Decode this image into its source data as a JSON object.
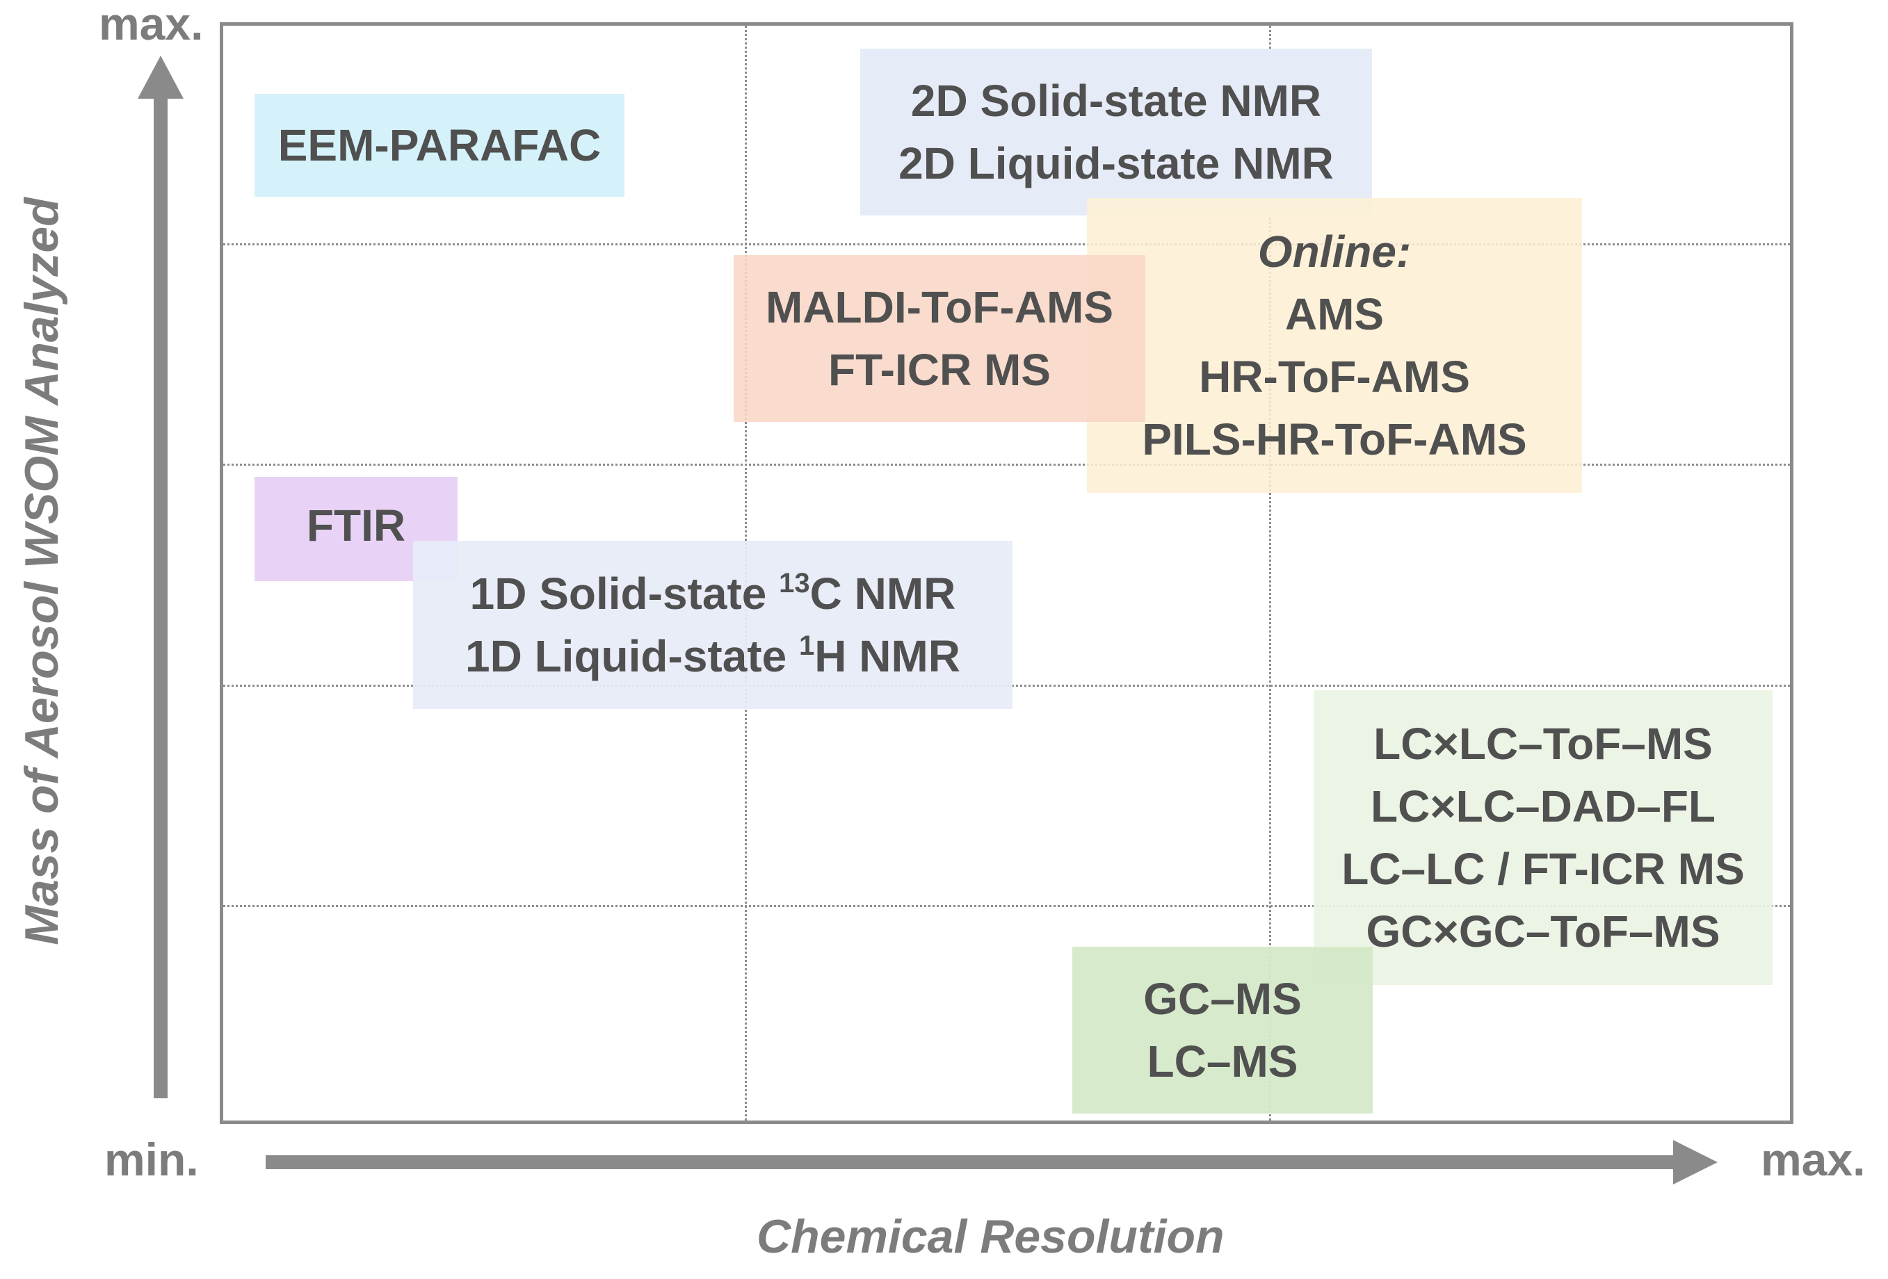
{
  "axes": {
    "x_title": "Chemical Resolution",
    "y_title": "Mass of Aerosol WSOM Analyzed",
    "y_max": "max.",
    "x_min": "min.",
    "x_max": "max."
  },
  "boxes": {
    "eem": {
      "line1": "EEM-PARAFAC",
      "color": "#d5f2fa"
    },
    "nmr2d": {
      "line1": "2D Solid-state NMR",
      "line2": "2D Liquid-state NMR",
      "color": "#e6ecf7"
    },
    "online": {
      "line1": "Online:",
      "line2": "AMS",
      "line3": "HR-ToF-AMS",
      "line4": "PILS-HR-ToF-AMS",
      "color": "#fdf0d2"
    },
    "maldi": {
      "line1": "MALDI-ToF-AMS",
      "line2": "FT-ICR MS",
      "color": "#f8d6c4"
    },
    "ftir": {
      "line1": "FTIR",
      "color": "#e8d2f6"
    },
    "nmr1d": {
      "line1_a": "1D Solid-state ",
      "line1_sup": "13",
      "line1_b": "C NMR",
      "line2_a": "1D Liquid-state ",
      "line2_sup": "1",
      "line2_b": "H NMR",
      "color": "#e6ecf7"
    },
    "lclc": {
      "line1": "LC×LC–ToF–MS",
      "line2": "LC×LC–DAD–FL",
      "line3": "LC–LC / FT-ICR MS",
      "line4": "GC×GC–ToF–MS",
      "color": "#e9f3e3"
    },
    "gcms": {
      "line1": "GC–MS",
      "line2": "LC–MS",
      "color": "#d5e9c8"
    }
  },
  "colors": {
    "axis_arrow": "#8a8a8a",
    "grid": "#8c8c8c",
    "text": "#505050",
    "label": "#7c7c7c"
  }
}
